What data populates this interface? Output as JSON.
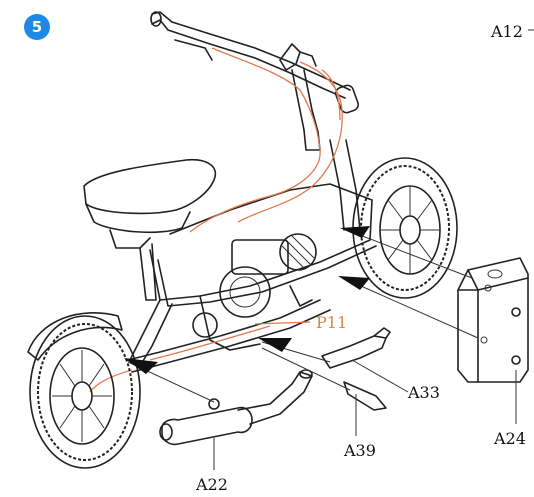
{
  "step": {
    "number": "5",
    "color": "#1e88e5"
  },
  "labels": {
    "a12": "A12",
    "p11": "P11",
    "a33": "A33",
    "a24": "A24",
    "a39": "A39",
    "a22": "A22"
  },
  "colors": {
    "wire": "#e07a4f",
    "p_label": "#d58a3c",
    "line": "#222222"
  }
}
